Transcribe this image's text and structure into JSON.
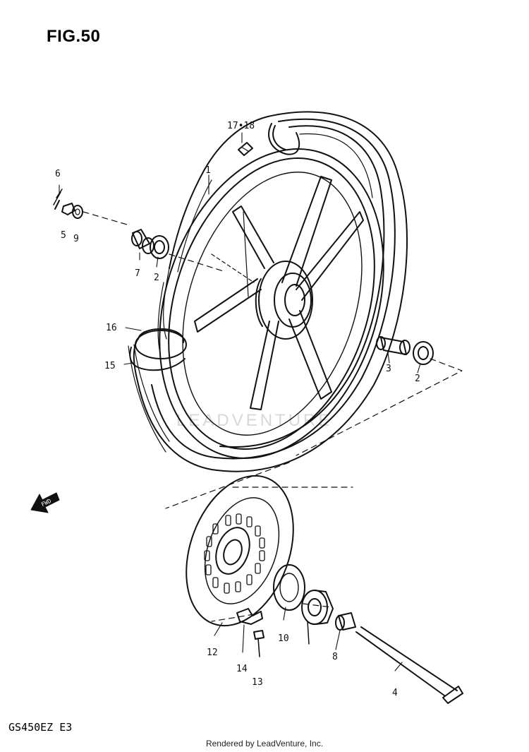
{
  "figure": {
    "title": "FIG.50",
    "model_code": "GS450EZ  E3",
    "credit": "Rendered by LeadVenture, Inc.",
    "watermark": "LEADVENTURE",
    "fwd_marker": "FWD"
  },
  "callouts": [
    {
      "id": "1",
      "text": "1"
    },
    {
      "id": "2a",
      "text": "2"
    },
    {
      "id": "2b",
      "text": "2"
    },
    {
      "id": "3",
      "text": "3"
    },
    {
      "id": "4",
      "text": "4"
    },
    {
      "id": "5",
      "text": "5"
    },
    {
      "id": "6",
      "text": "6"
    },
    {
      "id": "7",
      "text": "7"
    },
    {
      "id": "8",
      "text": "8"
    },
    {
      "id": "9",
      "text": "9"
    },
    {
      "id": "10",
      "text": "10"
    },
    {
      "id": "12",
      "text": "12"
    },
    {
      "id": "13",
      "text": "13"
    },
    {
      "id": "14",
      "text": "14"
    },
    {
      "id": "15",
      "text": "15"
    },
    {
      "id": "16",
      "text": "16"
    },
    {
      "id": "17-18",
      "text": "17•18"
    }
  ],
  "colors": {
    "ink": "#111111",
    "paper": "#ffffff",
    "watermark": "#d8d8d8"
  }
}
